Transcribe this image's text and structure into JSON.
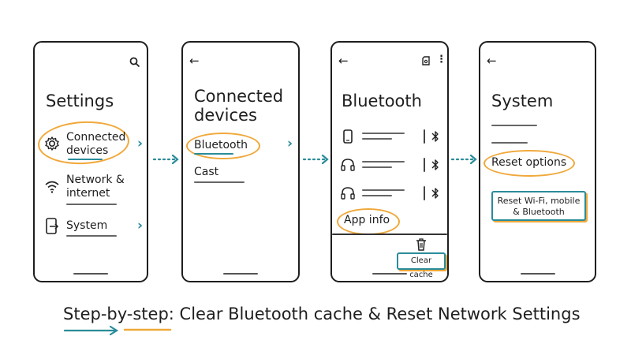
{
  "colors": {
    "accent_teal": "#2a8c9a",
    "highlight_orange": "#f0a83a",
    "ink": "#1e1e1e"
  },
  "screens": [
    {
      "title": "Settings",
      "items": [
        {
          "icon": "gear-icon",
          "label": "Connected devices",
          "line1": "Connected",
          "line2": "devices"
        },
        {
          "icon": "wifi-icon",
          "label": "Network & internet",
          "line1": "Network &",
          "line2": "internet"
        },
        {
          "icon": "phone-arrow-icon",
          "label": "System"
        }
      ]
    },
    {
      "title_line1": "Connected",
      "title_line2": "devices",
      "items": [
        {
          "label": "Bluetooth"
        },
        {
          "label": "Cast"
        }
      ]
    },
    {
      "title": "Bluetooth",
      "devices": [
        {
          "icon": "phone-icon"
        },
        {
          "icon": "headphones-icon"
        },
        {
          "icon": "headphones-icon"
        }
      ],
      "app_info": "App info",
      "clear_cache": "Clear cache"
    },
    {
      "title": "System",
      "reset_options": "Reset options",
      "reset_wifi_line1": "Reset Wi-Fi, mobile",
      "reset_wifi_line2": "& Bluetooth"
    }
  ],
  "footer": {
    "prefix": "Step-by-step",
    "text": ": Clear Bluetooth cache & Reset Network Settings"
  }
}
